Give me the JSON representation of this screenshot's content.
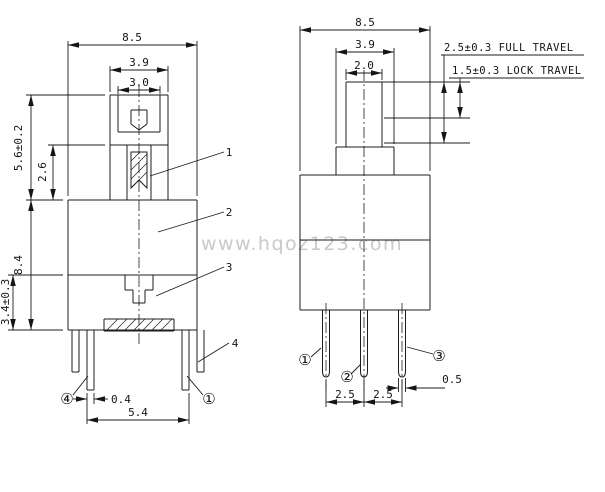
{
  "watermark": "www.hqoz123.com",
  "left_view": {
    "dim_body_width": "8.5",
    "dim_button_width": "3.9",
    "dim_button_tip_width": "3.0",
    "dim_stem_height": "5.6±0.2",
    "dim_cam_height": "2.6",
    "dim_body_height": "8.4",
    "dim_base_height": "3.4±0.3",
    "dim_pin_width": "0.4",
    "dim_pin_span": "5.4",
    "callouts": [
      {
        "label": "1"
      },
      {
        "label": "2"
      },
      {
        "label": "3"
      },
      {
        "label": "4"
      }
    ],
    "pin_label_left": "④",
    "pin_label_right": "①"
  },
  "right_view": {
    "dim_body_width": "8.5",
    "dim_button_width": "3.9",
    "dim_stem_width": "2.0",
    "label_full_travel": "2.5±0.3 FULL TRAVEL",
    "label_lock_travel": "1.5±0.3 LOCK TRAVEL",
    "dim_pin_width": "0.5",
    "dim_pin_pitch_left": "2.5",
    "dim_pin_pitch_right": "2.5",
    "pin_labels": [
      "①",
      "②",
      "③"
    ]
  }
}
